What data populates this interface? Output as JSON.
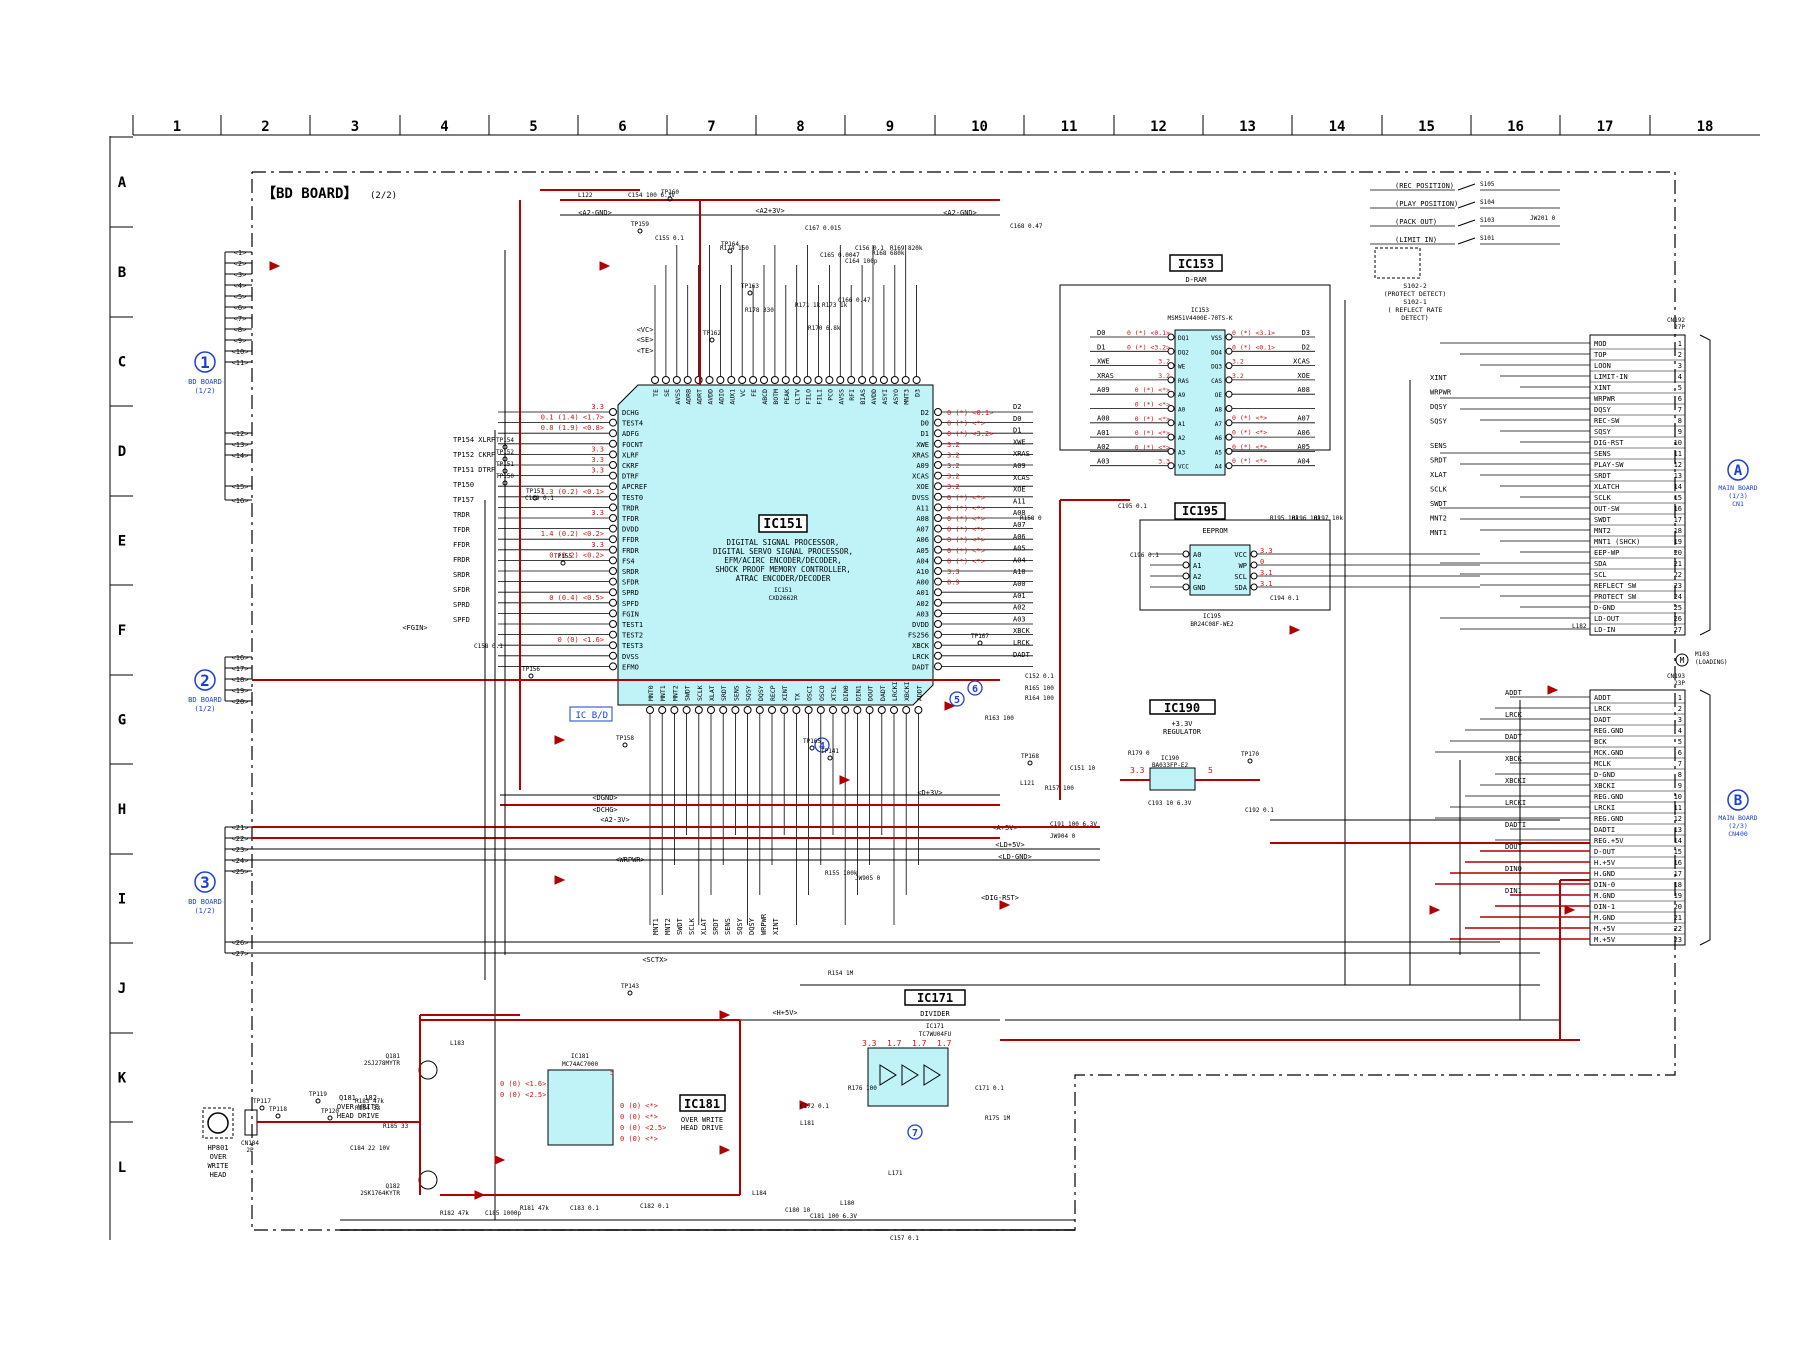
{
  "column_numbers": [
    "1",
    "2",
    "3",
    "4",
    "5",
    "6",
    "7",
    "8",
    "9",
    "10",
    "11",
    "12",
    "13",
    "14",
    "15",
    "16",
    "17",
    "18"
  ],
  "row_letters": [
    "A",
    "B",
    "C",
    "D",
    "E",
    "F",
    "G",
    "H",
    "I",
    "J",
    "K",
    "L"
  ],
  "board_title": "【BD BOARD】",
  "board_subtitle": "(2/2)",
  "colors": {
    "line": "#000000",
    "signal_red": "#b00000",
    "voltage_red": "#cc1111",
    "chip_fill": "#bff3f7",
    "ref_blue": "#1a3fd6"
  },
  "left_connectors": [
    {
      "num": "1",
      "lines": [
        "BD BOARD",
        "(1/2)"
      ]
    },
    {
      "num": "2",
      "lines": [
        "BD BOARD",
        "(1/2)"
      ]
    },
    {
      "num": "3",
      "lines": [
        "BD BOARD",
        "(1/2)"
      ]
    }
  ],
  "right_connectors": [
    {
      "letter": "A",
      "lines": [
        "MAIN BOARD",
        "(1/3)",
        "CN1"
      ]
    },
    {
      "letter": "B",
      "lines": [
        "MAIN BOARD",
        "(2/3)",
        "CN400"
      ]
    }
  ],
  "ic151": {
    "title": "IC151",
    "desc": [
      "DIGITAL SIGNAL PROCESSOR,",
      "DIGITAL SERVO SIGNAL PROCESSOR,",
      "EFM/ACIRC ENCODER/DECODER,",
      "SHOCK PROOF MEMORY CONTROLLER,",
      "ATRAC ENCODER/DECODER"
    ],
    "part": "IC151",
    "part2": "CXD2662R",
    "tag": "IC B/D",
    "left_pins": [
      "DCHG",
      "TEST4",
      "ADFG",
      "FOCNT",
      "XLRF",
      "CKRF",
      "DTRF",
      "APCREF",
      "TEST0",
      "TRDR",
      "TFDR",
      "DVDD",
      "FFDR",
      "FRDR",
      "FS4",
      "SRDR",
      "SFDR",
      "SPRD",
      "SPFD",
      "FGIN",
      "TEST1",
      "TEST2",
      "TEST3",
      "DVSS",
      "EFMO"
    ],
    "right_pins": [
      "D2",
      "D0",
      "D1",
      "XWE",
      "XRAS",
      "A09",
      "XCAS",
      "XOE",
      "DVSS",
      "A11",
      "A08",
      "A07",
      "A06",
      "A05",
      "A04",
      "A10",
      "A00",
      "A01",
      "A02",
      "A03",
      "DVDD",
      "FS256",
      "XBCK",
      "LRCK",
      "DADT"
    ],
    "top_pins": [
      "TE",
      "SE",
      "AVSS",
      "ADRB",
      "ADRT",
      "AVDD",
      "ADIO",
      "AUX1",
      "VC",
      "FE",
      "ABCD",
      "BOTM",
      "PEAK",
      "CLTV",
      "FILO",
      "FILI",
      "PCO",
      "AVSS",
      "RFI",
      "BIAS",
      "AVDD",
      "ASYI",
      "ASYO",
      "MNT3",
      "D3"
    ],
    "bottom_pins": [
      "MNT0",
      "MNT1",
      "MNT2",
      "SWDT",
      "SCLK",
      "XLAT",
      "SRDT",
      "SENS",
      "SQSY",
      "DQSY",
      "RECP",
      "XINT",
      "TX",
      "OSCI",
      "OSCO",
      "XTSL",
      "DIN0",
      "DIN1",
      "DOUT",
      "DADT",
      "LRCKI",
      "XBCKI",
      "ADDT"
    ],
    "left_signals": [
      "TP154 XLRF",
      "TP152 CKRF",
      "TP151 DTRF",
      "TP150",
      "TP157",
      "TRDR",
      "TFDR",
      "FFDR",
      "FRDR",
      "SRDR",
      "SFDR",
      "SPRD",
      "SPFD"
    ],
    "right_signals": [
      "D2",
      "D0",
      "D1",
      "XWE",
      "XRAS",
      "A09",
      "XCAS",
      "XOE",
      "A11",
      "A08",
      "A07",
      "A06",
      "A05",
      "A04",
      "A10",
      "A00",
      "A01",
      "A02",
      "A03",
      "XBCK",
      "LRCK",
      "DADT"
    ],
    "voltages_left": [
      "3.3",
      "0.1 (1.4) <1.7>",
      "0.8 (1.9) <0.8>",
      "3.3",
      "3.3",
      "3.3",
      "1.3 (0.2) <0.1>",
      "3.3",
      "1.4 (0.2) <0.2>",
      "3.3",
      "0 (0.2) <0.2>",
      "0 (0.4) <0.5>",
      "0 (0) <1.6>"
    ],
    "voltages_right": [
      "0 (*) <0.1>",
      "0 (*) <*>",
      "0 (*) <3.2>",
      "3.2",
      "3.2",
      "3.2",
      "3.2",
      "3.2",
      "0 (*) <*>",
      "0 (*) <*>",
      "0 (*) <*>",
      "0 (*) <*>",
      "0 (*) <*>",
      "0 (*) <*>",
      "0 (*) <*>",
      "3.3",
      "0.9"
    ]
  },
  "ic153": {
    "title": "IC153",
    "subtitle": "D-RAM",
    "part": "IC153",
    "part2": "MSM51V4400E-70TS-K",
    "left_pins": [
      "DQ1",
      "DQ2",
      "WE",
      "RAS",
      "A9",
      "A0",
      "A1",
      "A2",
      "A3",
      "VCC"
    ],
    "right_pins": [
      "VSS",
      "DQ4",
      "DQ3",
      "CAS",
      "OE",
      "A8",
      "A7",
      "A6",
      "A5",
      "A4"
    ],
    "left_signals": [
      "D0",
      "D1",
      "XWE",
      "XRAS",
      "A09",
      "A00",
      "A01",
      "A02",
      "A03"
    ],
    "right_signals": [
      "D3",
      "D2",
      "XCAS",
      "XOE",
      "A08",
      "A07",
      "A06",
      "A05",
      "A04"
    ],
    "voltages_left": [
      "0 (*) <0.1>",
      "0 (*) <3.2>",
      "3.2",
      "3.2",
      "0 (*) <*>",
      "0 (*) <*>",
      "0 (*) <*>",
      "0 (*) <*>",
      "0 (*) <*>",
      "3.3"
    ],
    "voltages_right": [
      "0 (*) <3.1>",
      "0 (*) <0.1>",
      "3.2",
      "3.2",
      "0 (*) <*>",
      "0 (*) <*>",
      "0 (*) <*>",
      "0 (*) <*>"
    ]
  },
  "ic195": {
    "title": "IC195",
    "subtitle": "EEPROM",
    "part": "IC195",
    "part2": "BR24C08F-WE2",
    "left_pins": [
      "A0",
      "A1",
      "A2",
      "GND"
    ],
    "right_pins": [
      "VCC",
      "WP",
      "SCL",
      "SDA"
    ],
    "voltages": [
      "3.3",
      "0",
      "3.1",
      "3.1"
    ],
    "resistors": [
      "R195 10k",
      "R196 10k",
      "R197 10k"
    ]
  },
  "ic190": {
    "title": "IC190",
    "subtitle": "+3.3V",
    "subtitle2": "REGULATOR",
    "part": "IC190",
    "part2": "BA033FP-E2",
    "vin": "5",
    "vout": "3.3"
  },
  "ic171": {
    "title": "IC171",
    "subtitle": "DIVIDER",
    "part": "IC171",
    "part2": "TC7WU04FU",
    "voltages": [
      "3.3",
      "1.7",
      "1.7",
      "1.7"
    ]
  },
  "ic181": {
    "title": "IC181",
    "subtitle": "OVER WRITE",
    "subtitle2": "HEAD DRIVE",
    "part": "IC181",
    "part2": "MC74AC7000",
    "voltages": [
      "5",
      "0 (0) <1.6>",
      "0 (0) <2.5>",
      "0 (0) <*>",
      "0 (0) <*>",
      "0 (0) <2.5>",
      "0 (0) <*>"
    ]
  },
  "cn192": {
    "name": "CN192",
    "spec": "27P",
    "pins": [
      "MOD",
      "TOP",
      "LOON",
      "LIMIT-IN",
      "XINT",
      "WRPWR",
      "DQSY",
      "REC-SW",
      "SQSY",
      "DIG-RST",
      "SENS",
      "PLAY-SW",
      "SRDT",
      "XLATCH",
      "SCLK",
      "OUT-SW",
      "SWDT",
      "MNT2",
      "MNT1 (SHCK)",
      "EEP-WP",
      "SDA",
      "SCL",
      "REFLECT SW",
      "PROTECT SW",
      "D-GND",
      "LD-OUT",
      "LD-IN"
    ]
  },
  "cn193": {
    "name": "CN193",
    "spec": "23P",
    "pins": [
      "ADDT",
      "LRCK",
      "DADT",
      "REG.GND",
      "BCK",
      "MCK.GND",
      "MCLK",
      "D-GND",
      "XBCKI",
      "REG.GND",
      "LRCKI",
      "REG.GND",
      "DADTI",
      "REG.+5V",
      "D-OUT",
      "H.+5V",
      "H.GND",
      "DIN-0",
      "M.GND",
      "DIN-1",
      "M.GND",
      "M.+5V",
      "M.+5V"
    ]
  },
  "switches": [
    {
      "label": "(REC POSITION)",
      "ref": "S105"
    },
    {
      "label": "(PLAY POSITION)",
      "ref": "S104"
    },
    {
      "label": "(PACK OUT)",
      "ref": "S103"
    },
    {
      "label": "(LIMIT IN)",
      "ref": "S101"
    }
  ],
  "s102": {
    "ref": "S102-2",
    "lines": [
      "S102-2",
      "(PROTECT DETECT)",
      "S102-1",
      "( REFLECT RATE",
      "DETECT)"
    ]
  },
  "jw201": "JW201 0",
  "m103": {
    "ref": "M103",
    "label": "(LOADING)"
  },
  "center_signals_right": [
    "XINT",
    "WRPWR",
    "DQSY",
    "SQSY",
    "SENS",
    "SRDT",
    "XLAT",
    "SCLK",
    "SWDT",
    "MNT2",
    "MNT1"
  ],
  "cn193_side_signals": [
    "ADDT",
    "LRCK",
    "DADT",
    "XBCK",
    "XBCKI",
    "LRCKI",
    "DADTI",
    "DOUT",
    "DIN0",
    "DIN1"
  ],
  "bottom_signals": [
    "MNT1",
    "MNT2",
    "SWDT",
    "SCLK",
    "XLAT",
    "SRDT",
    "SENS",
    "SQSY",
    "DQSY",
    "WRPWR",
    "XINT"
  ],
  "power_tags": [
    "<A2+3V>",
    "<A2-GND>",
    "<A2-GND>",
    "<D+3V>",
    "<DGND>",
    "<DCHG>",
    "<A2-3V>",
    "<A+5V>",
    "<LD+5V>",
    "<LD-GND>",
    "<WRPWR>",
    "<DIG-RST>",
    "<SCTX>",
    "<H+5V>",
    "<VC>",
    "<SE>",
    "<TE>",
    "<FGIN>"
  ],
  "head": {
    "ref": "HP801",
    "lines": [
      "HP801",
      "OVER",
      "WRITE",
      "HEAD"
    ],
    "cn": "CN104",
    "cn_spec": "2P"
  },
  "q181": {
    "lines": [
      "Q181, 182",
      "OVER WRITE",
      "HEAD DRIVE"
    ],
    "q1": "Q181",
    "q1p": "2SJ278MYTR",
    "q2": "Q182",
    "q2p": "2SK1764KYTR"
  },
  "refs_blue": [
    "4",
    "5",
    "6",
    "7"
  ],
  "tp_labels": [
    "TP160",
    "TP159",
    "TP164",
    "TP163",
    "TP162",
    "TP165",
    "TP167",
    "TP168",
    "TP170",
    "TP143",
    "TP117",
    "TP118",
    "TP119",
    "TP120",
    "TP155",
    "TP156",
    "TP158",
    "TP141",
    "TP154",
    "TP152",
    "TP151",
    "TP150",
    "TP157"
  ],
  "part_refs": [
    "L122",
    "C154 100 6.3V",
    "C155 0.1",
    "R174 150",
    "C167 0.015",
    "C165 0.0047",
    "C164 100p",
    "C156 0.1",
    "R178 330",
    "R171 1k",
    "R173 1k",
    "R170 6.8k",
    "C166 0.47",
    "R168 680k",
    "R169 820k",
    "C168 0.47",
    "C169 0.1",
    "C158 0.1",
    "R158 0",
    "C152 0.1",
    "R165 100",
    "R164 100",
    "R163 100",
    "R157 100",
    "C151 10",
    "L121",
    "R179 0",
    "C193 10 6.3V",
    "C192 0.1",
    "C191 100 6.3V",
    "JW904 0",
    "JW905 0",
    "R155 100k",
    "R154 1M",
    "L171",
    "R176 100",
    "C171 0.1",
    "R175 1M",
    "C172 0.1",
    "L181",
    "L184",
    "C180 10",
    "C181 100 6.3V",
    "L180",
    "L183",
    "R182 47k",
    "R183 47k",
    "R184 33",
    "R185 33",
    "C184 22 10V",
    "C185 1000p",
    "C183 0.1",
    "C182 0.1",
    "R181 47k",
    "L182",
    "C194 0.1",
    "C196 0.1",
    "C195 0.1",
    "C157 0.1"
  ]
}
